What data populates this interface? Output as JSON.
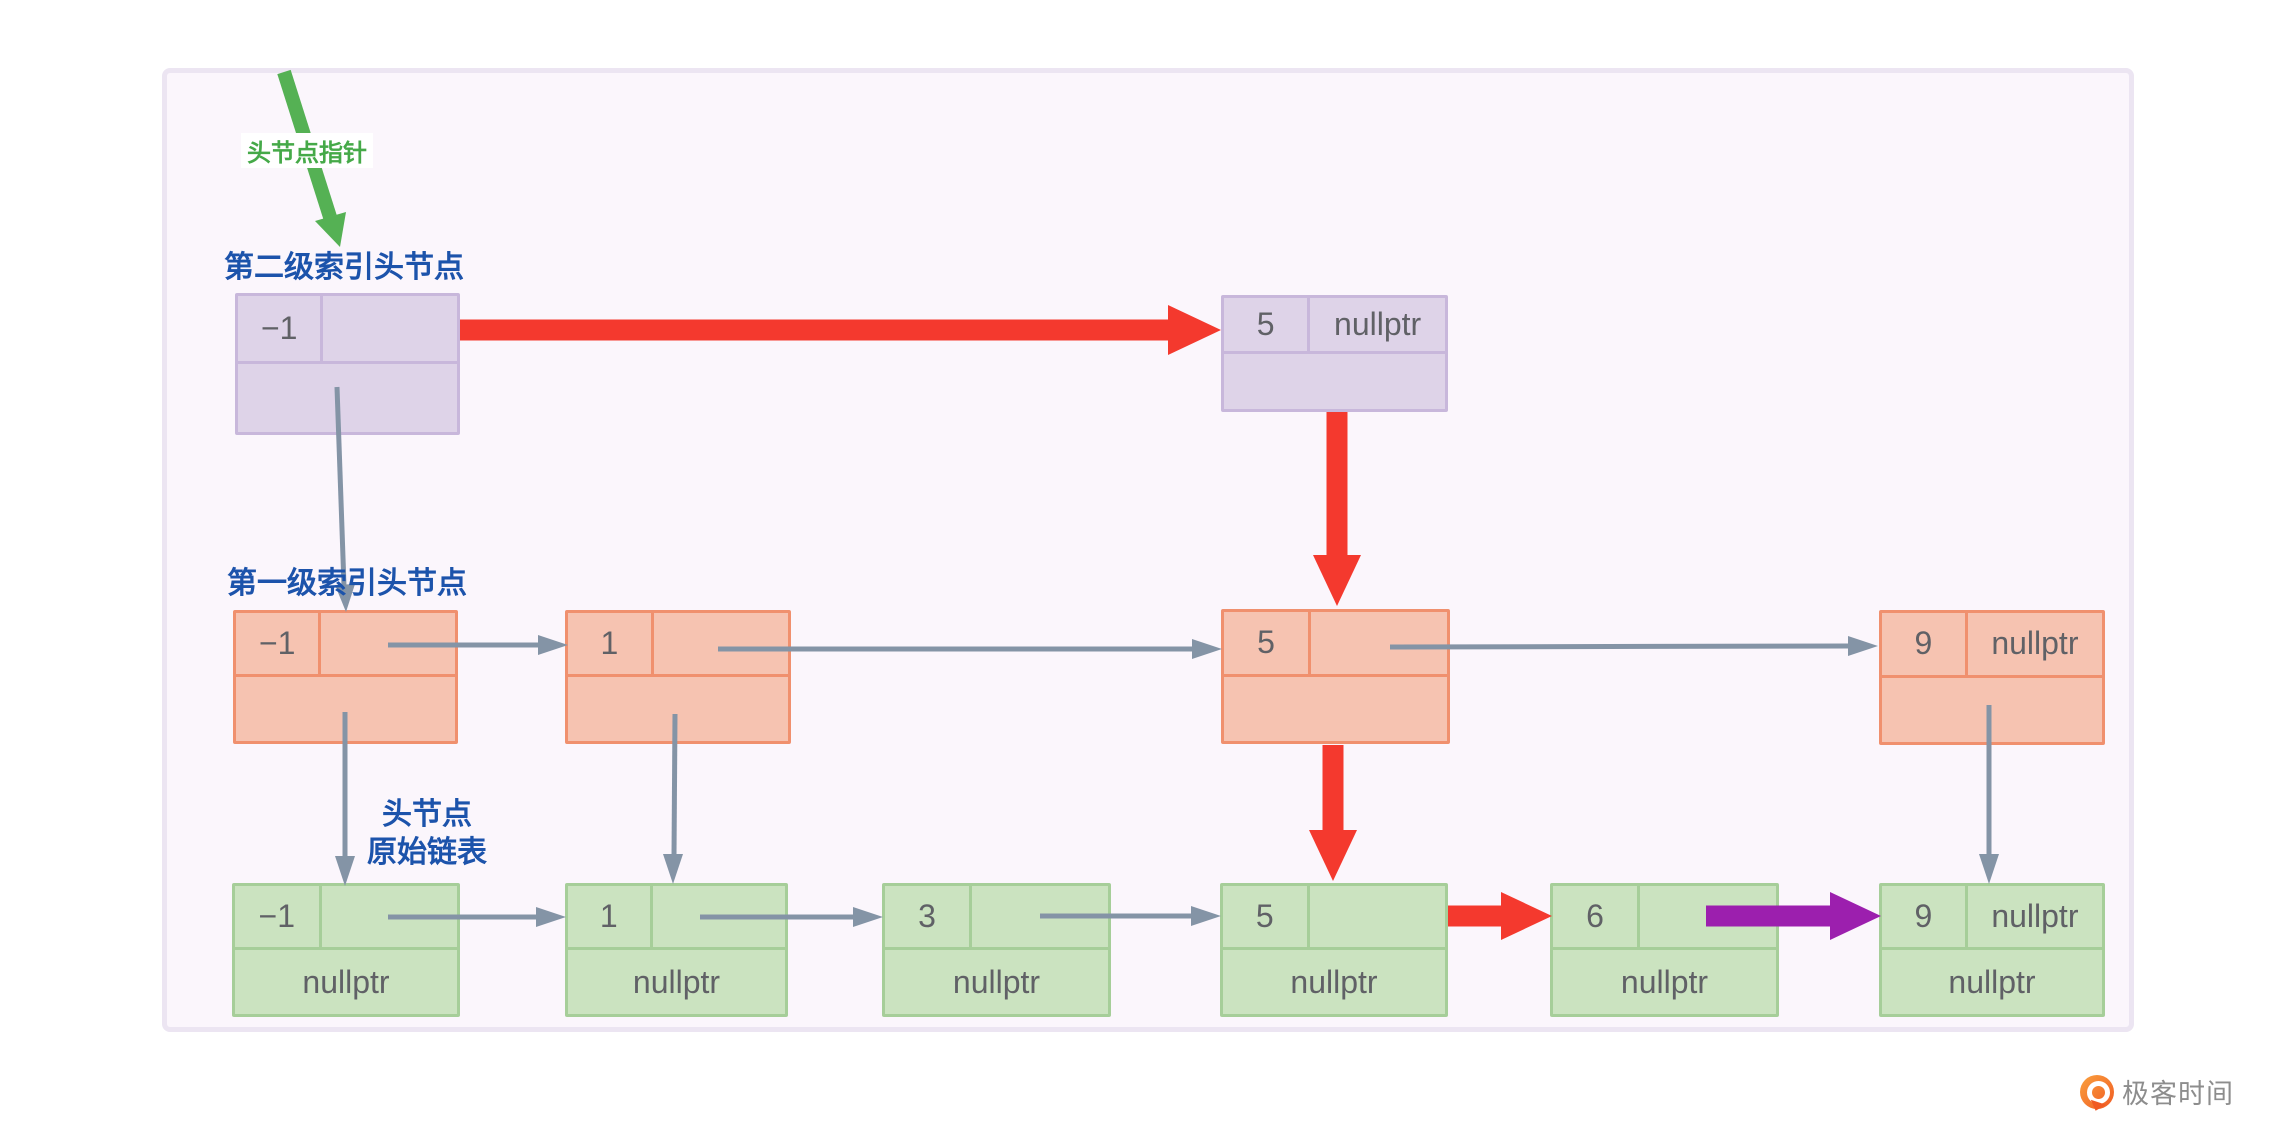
{
  "annotations": {
    "head_pointer_label": "头节点指针",
    "level2_head_label": "第二级索引头节点",
    "level1_head_label": "第一级索引头节点",
    "base_head_label_line1": "头节点",
    "base_head_label_line2": "原始链表"
  },
  "nodes": {
    "l2_head": {
      "value": "−1"
    },
    "l2_5": {
      "value": "5",
      "next": "nullptr"
    },
    "l1_head": {
      "value": "−1"
    },
    "l1_1": {
      "value": "1"
    },
    "l1_5": {
      "value": "5"
    },
    "l1_9": {
      "value": "9",
      "next": "nullptr"
    },
    "l0_head": {
      "value": "−1",
      "down": "nullptr"
    },
    "l0_1": {
      "value": "1",
      "down": "nullptr"
    },
    "l0_3": {
      "value": "3",
      "down": "nullptr"
    },
    "l0_5": {
      "value": "5",
      "down": "nullptr"
    },
    "l0_6": {
      "value": "6",
      "down": "nullptr"
    },
    "l0_9": {
      "value": "9",
      "next": "nullptr",
      "down": "nullptr"
    }
  },
  "logo": {
    "text": "极客时间"
  },
  "colors": {
    "level2_fill": "#ded3e8",
    "level2_border": "#c8b7db",
    "level1_fill": "#f6c3b1",
    "level1_border": "#f0906e",
    "level0_fill": "#cbe3c0",
    "level0_border": "#a6ce99",
    "red_path_arrow": "#f4392e",
    "purple_insert_arrow": "#9c1fae",
    "gray_pointer_arrow": "#8494a6",
    "green_head_arrow": "#55b154",
    "label_blue": "#1c53ab",
    "label_green": "#45a948",
    "panel_background": "#fbf6fc"
  }
}
